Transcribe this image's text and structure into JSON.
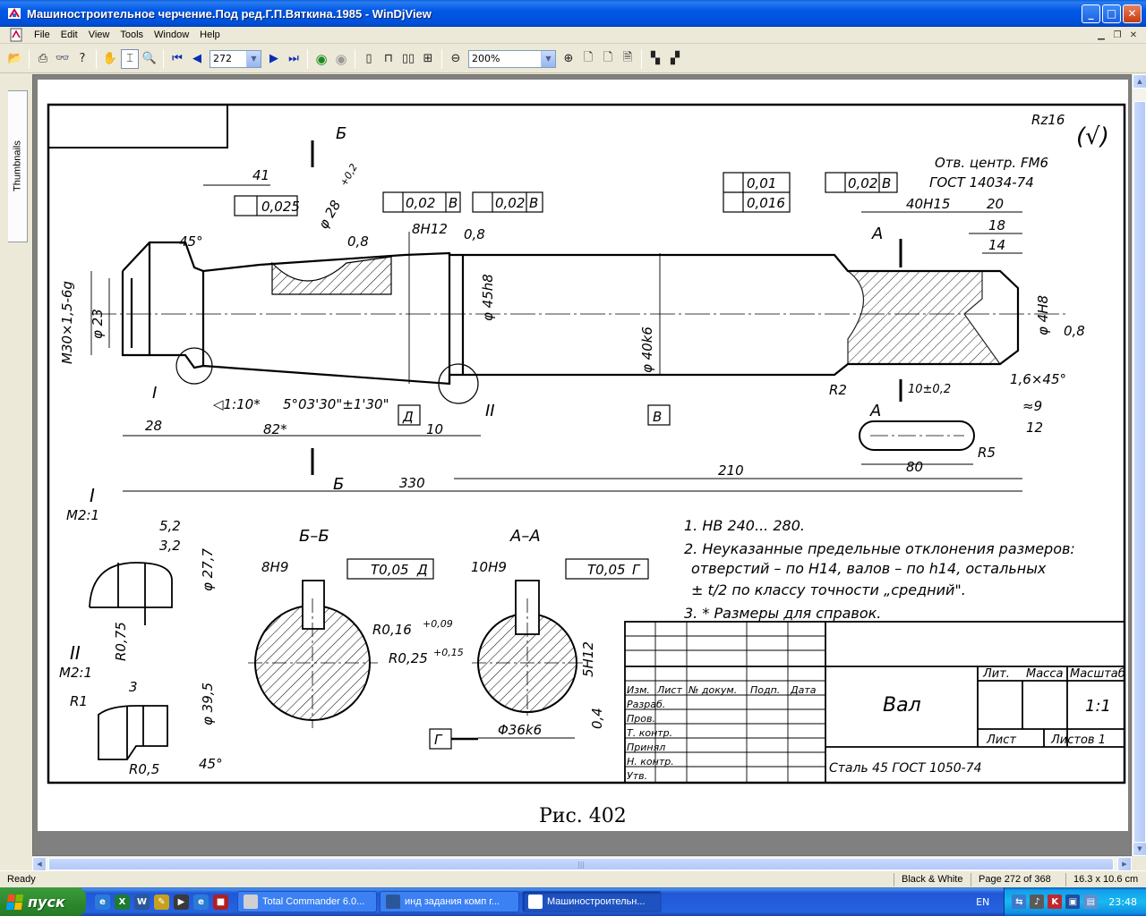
{
  "window": {
    "title": "Машиностроительное черчение.Под ред.Г.П.Вяткина.1985 - WinDjView",
    "controls": {
      "minimize": "_",
      "maximize": "□",
      "close": "✕"
    }
  },
  "menu": {
    "items": [
      "File",
      "Edit",
      "View",
      "Tools",
      "Window",
      "Help"
    ]
  },
  "toolbar": {
    "page_value": "272",
    "zoom_value": "200%"
  },
  "sidebar": {
    "thumbnails_tab": "Thumbnails"
  },
  "drawing": {
    "caption": "Рис. 402",
    "roughness_top": "Rz16",
    "roughness_general": "(√)",
    "center_holes_1": "Отв. центр. FМ6",
    "center_holes_2": "ГОСТ 14034-74",
    "tol_flat": "0,025",
    "tol_runout_1": "0,02",
    "tol_runout_1_base": "В",
    "tol_runout_2": "0,02",
    "tol_runout_2_base": "В",
    "tol_round": "0,01",
    "tol_profile": "0,016",
    "tol_runout_3": "0,02",
    "tol_runout_3_base": "В",
    "dim_41": "41",
    "dim_45deg": "45°",
    "dim_m30": "М30×1,5-6g",
    "dim_d23": "φ 23",
    "dim_d28": "φ 28",
    "dim_d28_tol": "+0,2",
    "dim_08_a": "0,8",
    "dim_8h12": "8Н12",
    "dim_08_b": "0,8",
    "dim_d45h8": "φ 45h8",
    "dim_d40k6": "φ 40k6",
    "dim_40h15": "40Н15",
    "dim_20": "20",
    "dim_18": "18",
    "dim_14": "14",
    "dim_4h8": "φ 4Н8",
    "dim_08_c": "0,8",
    "dim_chamfer": "1,6×45°",
    "dim_9": "≈9",
    "dim_12": "12",
    "dim_r2": "R2",
    "dim_10": "10±0,2",
    "dim_r5": "R5",
    "dim_80": "80",
    "dim_28": "28",
    "dim_82": "82*",
    "dim_10b": "10",
    "dim_210": "210",
    "dim_330": "330",
    "dim_taper": "◁1:10*",
    "dim_angle": "5°03'30\"±1'30\"",
    "label_I": "I",
    "label_II": "II",
    "label_A": "А",
    "label_A2": "А",
    "label_B": "Б",
    "label_B2": "Б",
    "base_D": "Д",
    "base_V": "В",
    "detail_I": "I",
    "detail_I_scale": "М2:1",
    "detail_I_52": "5,2",
    "detail_I_32": "3,2",
    "detail_I_277": "φ 27,7",
    "detail_I_r075": "R0,75",
    "detail_II": "II",
    "detail_II_scale": "М2:1",
    "detail_II_3": "3",
    "detail_II_r1": "R1",
    "detail_II_395": "φ 39,5",
    "detail_II_r05": "R0,5",
    "detail_II_45": "45°",
    "section_BB": "Б–Б",
    "section_BB_8h9": "8Н9",
    "section_BB_tol": "Т0,05",
    "section_BB_base": "Д",
    "section_BB_r016": "R0,16",
    "section_BB_r016_tol": "+0,09",
    "section_BB_r025": "R0,25",
    "section_BB_r025_tol": "+0,15",
    "section_AA": "А–А",
    "section_AA_10h9": "10Н9",
    "section_AA_tol": "Т0,05",
    "section_AA_base": "Г",
    "section_AA_5h12": "5Н12",
    "section_AA_04": "0,4",
    "section_AA_d36": "Φ36k6",
    "section_AA_G": "Г",
    "note_1": "1. НВ 240... 280.",
    "note_2a": "2. Неуказанные предельные отклонения размеров:",
    "note_2b": "отверстий – по Н14, валов – по h14, остальных",
    "note_2c": "± t/2 по классу точности „средний\".",
    "note_3": "3. * Размеры для справок.",
    "tb_izm": "Изм.",
    "tb_list": "Лист",
    "tb_ndoc": "№ докум.",
    "tb_podp": "Подп.",
    "tb_data": "Дата",
    "tb_razrab": "Разраб.",
    "tb_prov": "Пров.",
    "tb_tkontr": "Т. контр.",
    "tb_prinyal": "Принял",
    "tb_nkontr": "Н. контр.",
    "tb_utv": "Утв.",
    "tb_name": "Вал",
    "tb_lit": "Лит.",
    "tb_massa": "Масса",
    "tb_masshtab": "Масштаб",
    "tb_scale_value": "1:1",
    "tb_sheet": "Лист",
    "tb_sheets": "Листов 1",
    "tb_material": "Сталь 45 ГОСТ 1050-74"
  },
  "status": {
    "main": "Ready",
    "mode": "Black & White",
    "page": "Page 272 of 368",
    "size": "16.3 x 10.6 cm"
  },
  "taskbar": {
    "start": "пуск",
    "tasks": [
      "Total Commander 6.0...",
      "инд задания комп г...",
      "Машиностроительн..."
    ],
    "lang": "EN",
    "clock": "23:48"
  },
  "colors": {
    "titlebar": "#0058E6",
    "taskbar": "#2663E0",
    "start": "#2E8B2E",
    "viewport": "#808080"
  }
}
